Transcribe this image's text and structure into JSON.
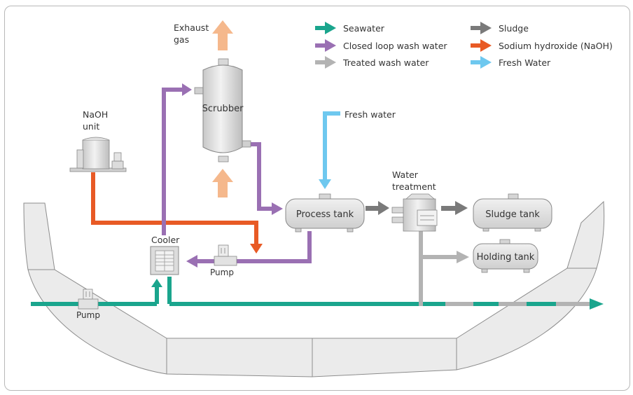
{
  "legend": {
    "items": [
      {
        "label": "Seawater",
        "color": "#1aa58d"
      },
      {
        "label": "Closed loop wash water",
        "color": "#9a70b3"
      },
      {
        "label": "Treated wash water",
        "color": "#b3b3b3"
      },
      {
        "label": "Sludge",
        "color": "#7a7a7a"
      },
      {
        "label": "Sodium hydroxide (NaOH)",
        "color": "#e85a25"
      },
      {
        "label": "Fresh Water",
        "color": "#6ec8ef"
      }
    ]
  },
  "labels": {
    "exhaust_line1": "Exhaust",
    "exhaust_line2": "gas",
    "naoh_line1": "NaOH",
    "naoh_line2": "unit",
    "scrubber": "Scrubber",
    "fresh_water": "Fresh water",
    "water_treatment_line1": "Water",
    "water_treatment_line2": "treatment",
    "process_tank": "Process tank",
    "sludge_tank": "Sludge tank",
    "holding_tank": "Holding tank",
    "cooler": "Cooler",
    "pump_upper": "Pump",
    "pump_lower": "Pump"
  },
  "colors": {
    "seawater": "#1aa58d",
    "wash_water": "#9a70b3",
    "treated": "#b3b3b3",
    "sludge": "#7a7a7a",
    "naoh": "#e85a25",
    "fresh": "#6ec8ef",
    "exhaust": "#f5b88c",
    "equipment": "#e4e4e4",
    "hull": "#e9e9e9"
  }
}
